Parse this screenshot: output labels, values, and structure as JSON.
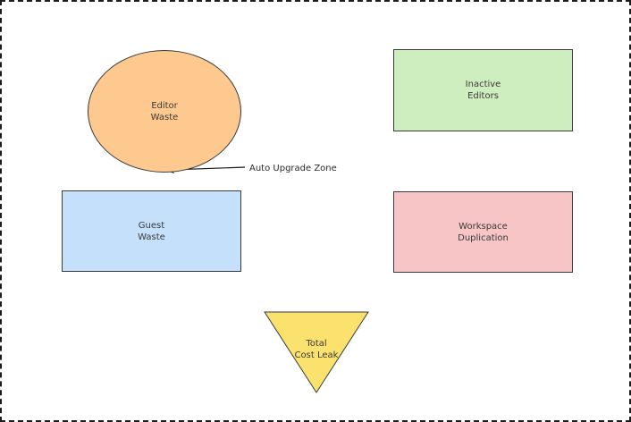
{
  "figure": {
    "background": "#ffffff",
    "border_color": "#1c1c1c"
  },
  "nodes": {
    "editor_waste": {
      "label": "Editor\nWaste",
      "shape": "ellipse",
      "fill": "#fdc98f"
    },
    "inactive_editors": {
      "label": "Inactive\nEditors",
      "shape": "rectangle",
      "fill": "#cfeec0"
    },
    "guest_waste": {
      "label": "Guest\nWaste",
      "shape": "rectangle",
      "fill": "#c5e0fa"
    },
    "workspace_duplication": {
      "label": "Workspace\nDuplication",
      "shape": "rectangle",
      "fill": "#f7c5c6"
    },
    "total_cost_leak": {
      "label": "Total\nCost Leak",
      "shape": "triangle-down",
      "fill": "#fbe26f"
    }
  },
  "annotation": {
    "label": "Auto Upgrade Zone",
    "arrow_color": "#1a1a1a"
  }
}
